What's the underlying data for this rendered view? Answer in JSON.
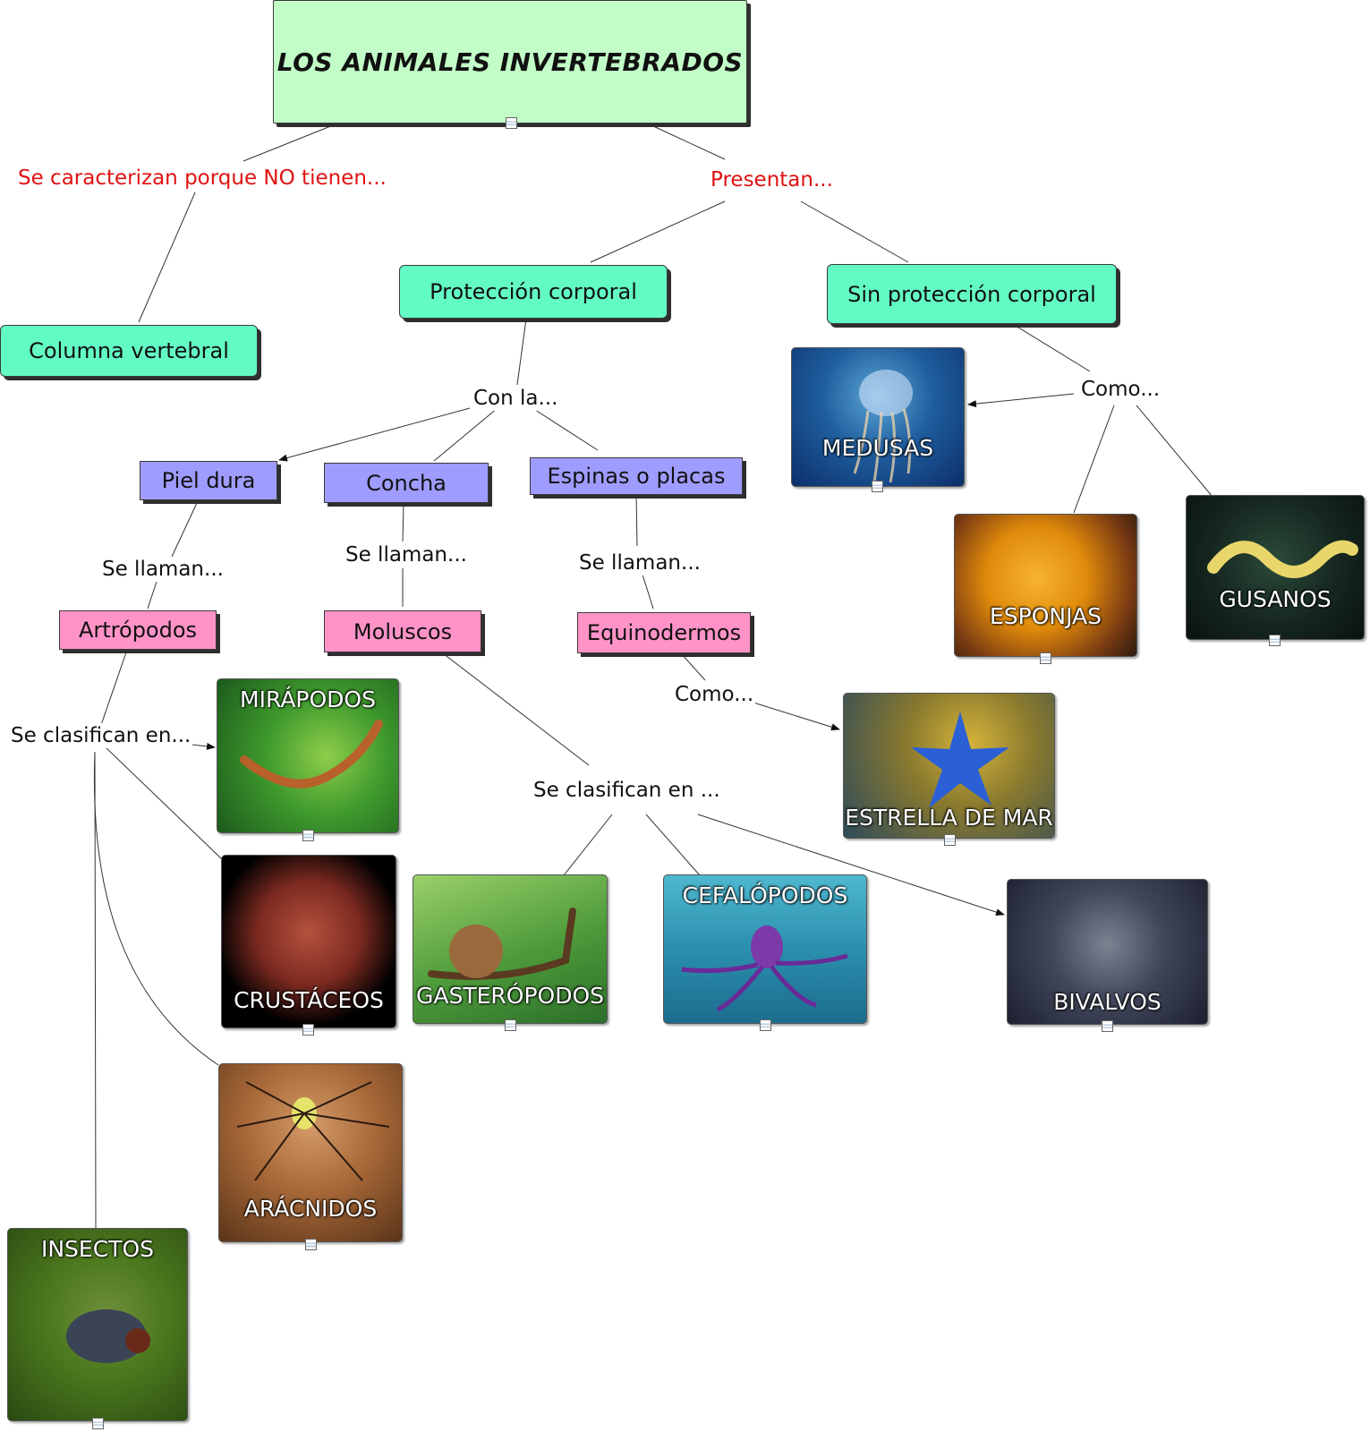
{
  "title": "LOS ANIMALES INVERTEBRADOS",
  "labels": {
    "caracterizan": "Se caracterizan porque NO tienen...",
    "presentan": "Presentan...",
    "con_la": "Con la...",
    "como_1": "Como...",
    "se_llaman_1": "Se llaman...",
    "se_llaman_2": "Se llaman...",
    "se_llaman_3": "Se llaman...",
    "como_2": "Como...",
    "clasifican_1": "Se clasifican en...",
    "clasifican_2": "Se clasifican en ..."
  },
  "nodes": {
    "columna": "Columna vertebral",
    "proteccion": "Protección corporal",
    "sin_proteccion": "Sin protección corporal",
    "piel_dura": "Piel dura",
    "concha": "Concha",
    "espinas": "Espinas o placas",
    "artropodos": "Artrópodos",
    "moluscos": "Moluscos",
    "equinodermos": "Equinodermos"
  },
  "images": {
    "medusas": "MEDUSAS",
    "esponjas": "ESPONJAS",
    "gusanos": "GUSANOS",
    "mirapodos": "MIRÁPODOS",
    "crustaceos": "CRUSTÁCEOS",
    "aracnidos": "ARÁCNIDOS",
    "insectos": "INSECTOS",
    "gasteropodos": "GASTERÓPODOS",
    "cefalopodos": "CEFALÓPODOS",
    "bivalvos": "BIVALVOS",
    "estrella": "ESTRELLA DE MAR"
  },
  "colors": {
    "title_fill": "#c2fdc7",
    "green_fill": "#63fbc4",
    "blue_fill": "#9f9cff",
    "pink_fill": "#ff93c8",
    "red_text": "#e01212"
  }
}
